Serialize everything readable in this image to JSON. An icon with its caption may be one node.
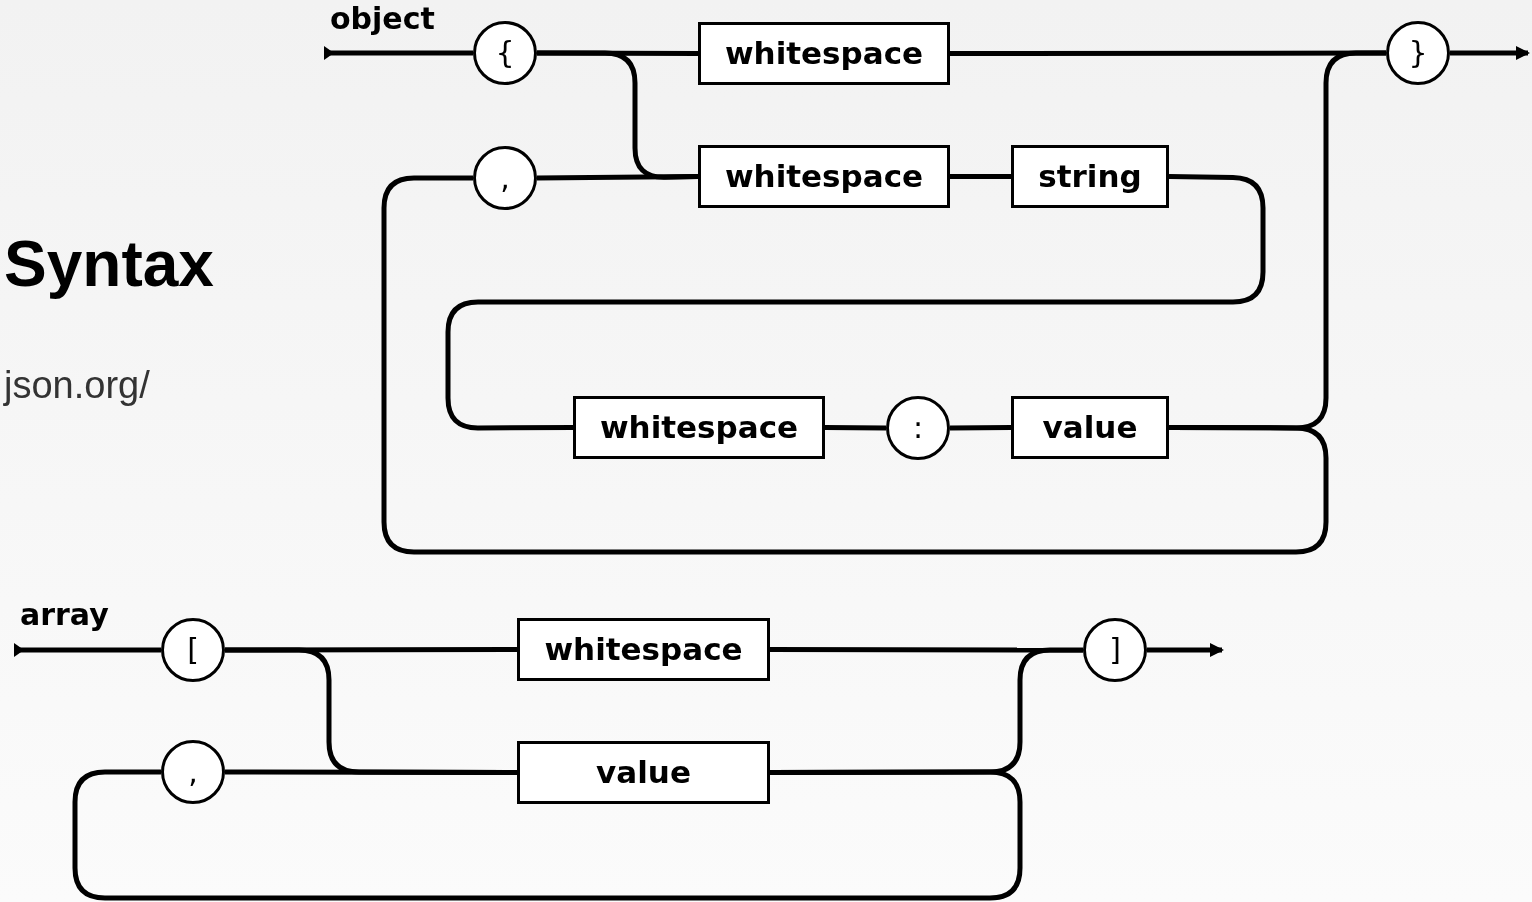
{
  "diagram": {
    "title": "Syntax",
    "nodes": [
      {
        "text": [
          "{"
        ]
      },
      {
        "text": [
          "whitespace"
        ]
      },
      {
        "text": [
          "}"
        ]
      },
      {
        "text": [
          ","
        ]
      },
      {
        "text": [
          "whitespace"
        ]
      },
      {
        "text": [
          "string"
        ]
      },
      {
        "text": [
          "whitespace"
        ]
      },
      {
        "text": [
          ":"
        ]
      },
      {
        "text": [
          "value"
        ]
      },
      {
        "text": [
          "["
        ]
      },
      {
        "text": [
          "whitespace"
        ]
      },
      {
        "text": [
          "]"
        ]
      },
      {
        "text": [
          ","
        ]
      },
      {
        "text": [
          "value"
        ]
      },
      {
        "text": [
          "object"
        ]
      },
      {
        "text": [
          "array"
        ]
      }
    ],
    "edges": [
      {
        "from": 14,
        "to": 0,
        "arrow": "other"
      },
      {
        "from": 0,
        "to": 1,
        "arrow": "none"
      },
      {
        "from": 1,
        "to": 2,
        "arrow": "none"
      },
      {
        "from": 0,
        "to": 4,
        "arrow": "none"
      },
      {
        "from": 3,
        "to": 4,
        "arrow": "none"
      },
      {
        "from": 4,
        "to": 5,
        "arrow": "none"
      },
      {
        "from": 5,
        "to": 6,
        "arrow": "none"
      },
      {
        "from": 6,
        "to": 7,
        "arrow": "none"
      },
      {
        "from": 7,
        "to": 8,
        "arrow": "none"
      },
      {
        "from": 8,
        "to": 2,
        "arrow": "none"
      },
      {
        "from": 8,
        "to": 3,
        "arrow": "none"
      },
      {
        "from": 2,
        "to": null,
        "arrow": "to"
      },
      {
        "from": 15,
        "to": 9,
        "arrow": "other"
      },
      {
        "from": 9,
        "to": 10,
        "arrow": "none"
      },
      {
        "from": 10,
        "to": 11,
        "arrow": "none"
      },
      {
        "from": 9,
        "to": 13,
        "arrow": "none"
      },
      {
        "from": 12,
        "to": 13,
        "arrow": "none"
      },
      {
        "from": 13,
        "to": 11,
        "arrow": "none"
      },
      {
        "from": 13,
        "to": 12,
        "arrow": "none"
      },
      {
        "from": 11,
        "to": null,
        "arrow": "to"
      }
    ],
    "labels": [
      "json.org/"
    ]
  }
}
